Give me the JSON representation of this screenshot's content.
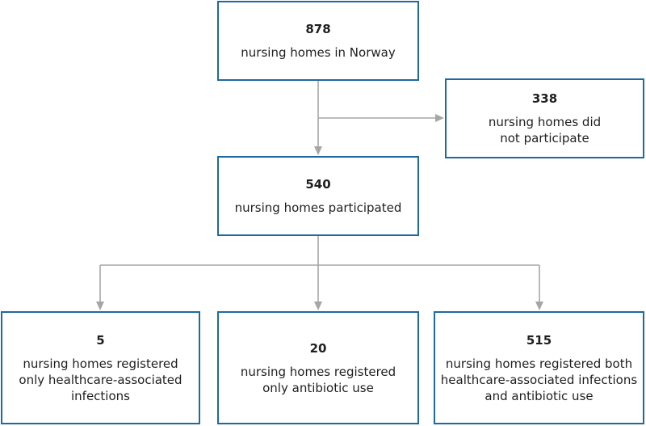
{
  "nodes": {
    "total": {
      "count": "878",
      "label": "nursing homes in Norway"
    },
    "not_participated": {
      "count": "338",
      "label": "nursing homes did not participate"
    },
    "participated": {
      "count": "540",
      "label": "nursing homes participated"
    },
    "only_hai": {
      "count": "5",
      "label": "nursing homes registered only healthcare-associated infections"
    },
    "only_antibiotic": {
      "count": "20",
      "label": "nursing homes registered only antibiotic use"
    },
    "both": {
      "count": "515",
      "label": "nursing homes registered both healthcare-associated infections and antibiotic use"
    }
  },
  "colors": {
    "box_border": "#1e6a9e",
    "connector": "#a6a6a6"
  }
}
